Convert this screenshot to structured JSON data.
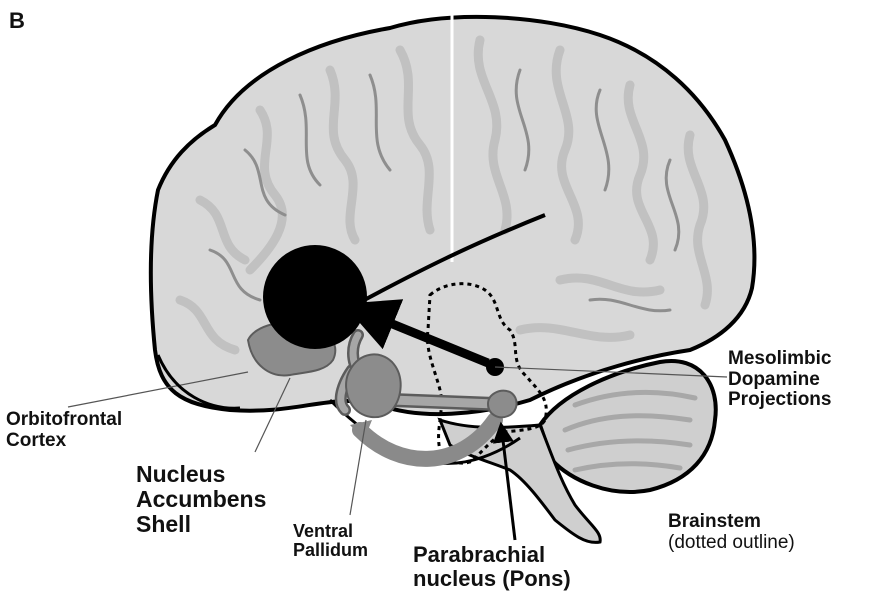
{
  "panel": {
    "letter": "B"
  },
  "labels": {
    "orbitofrontal": [
      "Orbitofrontal",
      "Cortex"
    ],
    "accumbens": [
      "Nucleus",
      "Accumbens",
      "Shell"
    ],
    "pallidum": [
      "Ventral",
      "Pallidum"
    ],
    "parabrachial": [
      "Parabrachial",
      "nucleus (Pons)"
    ],
    "mesolimbic": [
      "Mesolimbic",
      "Dopamine",
      "Projections"
    ],
    "brainstem": {
      "title": "Brainstem",
      "note": "(dotted outline)"
    }
  },
  "colors": {
    "brain_fill": "#d8d8d8",
    "gyri": "#bdbdbd",
    "sulci": "#8e8e8e",
    "outline": "#000000",
    "structure": "#8c8c8c",
    "structure_edge": "#5c5c5c",
    "arrow": "#9a9a9a",
    "ofc_blob": "#000000"
  }
}
